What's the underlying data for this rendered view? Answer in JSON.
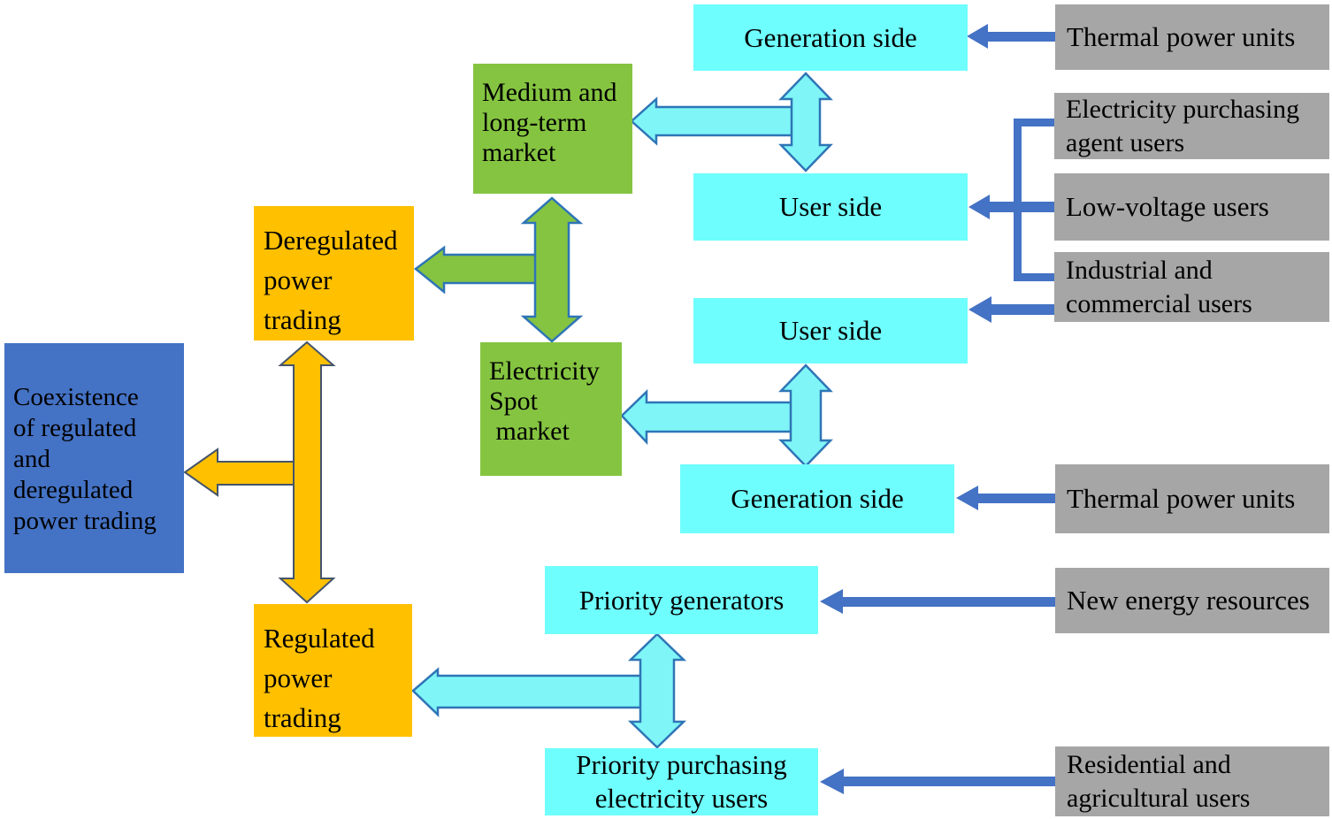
{
  "diagram": {
    "description": "Coexistence structure of regulated and deregulated power trading",
    "nodes": {
      "coexistence": {
        "label": "Coexistence\nof regulated\nand\nderegulated\npower trading",
        "color": "#4472C4"
      },
      "deregulated": {
        "label": "Deregulated\npower\ntrading",
        "color": "#FFC000"
      },
      "regulated": {
        "label": "Regulated\npower\ntrading",
        "color": "#FFC000"
      },
      "medium_long_term_market": {
        "label": "Medium and\nlong-term\nmarket",
        "color": "#85C441"
      },
      "electricity_spot_market": {
        "label": "Electricity\nSpot\n market",
        "color": "#85C441"
      },
      "generation_side_top": {
        "label": "Generation side",
        "color": "#6FFEFE"
      },
      "user_side_top": {
        "label": "User side",
        "color": "#6FFEFE"
      },
      "user_side_mid": {
        "label": "User side",
        "color": "#6FFEFE"
      },
      "generation_side_mid": {
        "label": "Generation side",
        "color": "#6FFEFE"
      },
      "priority_generators": {
        "label": "Priority generators",
        "color": "#6FFEFE"
      },
      "priority_purchasing_users": {
        "label": "Priority purchasing\nelectricity users",
        "color": "#6FFEFE"
      },
      "thermal_power_units_top": {
        "label": "Thermal power units",
        "color": "#A6A6A6"
      },
      "electricity_purchasing_agent_users": {
        "label": "Electricity purchasing\nagent users",
        "color": "#A6A6A6"
      },
      "low_voltage_users": {
        "label": "Low-voltage users",
        "color": "#A6A6A6"
      },
      "industrial_commercial_users": {
        "label": "Industrial and\ncommercial users",
        "color": "#A6A6A6"
      },
      "thermal_power_units_mid": {
        "label": "Thermal power units",
        "color": "#A6A6A6"
      },
      "new_energy_resources": {
        "label": "New energy resources",
        "color": "#A6A6A6"
      },
      "residential_agricultural_users": {
        "label": "Residential and\nagricultural users",
        "color": "#A6A6A6"
      }
    },
    "connectors": {
      "cyan_fill": "#7FF5F7",
      "cyan_outline": "#2E75B6",
      "green_fill": "#85C441",
      "green_outline": "#2E75B6",
      "orange_fill": "#FFC000",
      "orange_outline": "#44546A",
      "blue_arrow": "#4472C4"
    }
  }
}
